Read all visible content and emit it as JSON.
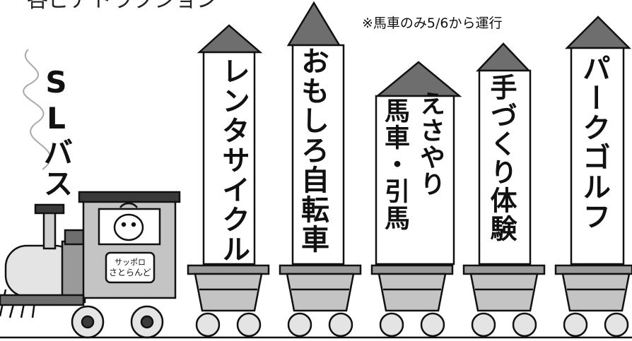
{
  "top_title": "各ピアトラクション",
  "note": "※馬車のみ5/6から運行",
  "train": {
    "label": "SLバス",
    "plate_line1": "サッポロ",
    "plate_line2": "さとらんど"
  },
  "wagons": [
    {
      "label": "レンタサイクル"
    },
    {
      "label": "おもしろ自転車"
    },
    {
      "label_right": "えさやり",
      "label_left": "馬車・引馬"
    },
    {
      "label": "手づくり体験"
    },
    {
      "label": "パークゴルフ"
    }
  ],
  "colors": {
    "ink": "#111111",
    "roof": "#6e6e6e",
    "body": "#c4c4c4",
    "dark": "#3a3a3a"
  }
}
